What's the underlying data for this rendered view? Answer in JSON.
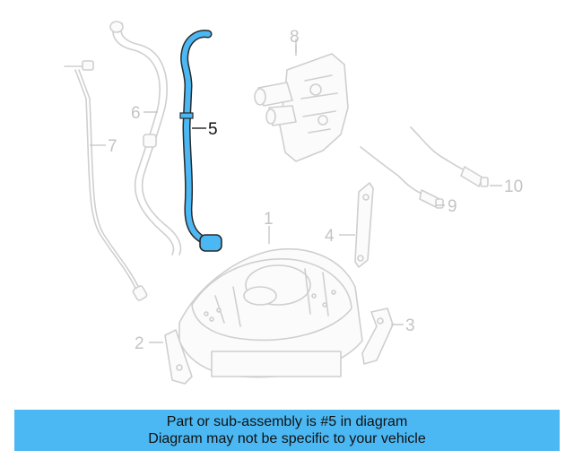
{
  "callouts": {
    "c1": "1",
    "c2": "2",
    "c3": "3",
    "c4": "4",
    "c5": "5",
    "c6": "6",
    "c7": "7",
    "c8": "8",
    "c9": "9",
    "c10": "10"
  },
  "highlight_part": "5",
  "colors": {
    "highlight": "#4cb8f3",
    "ghost": "#cfcfcf",
    "banner": "#4cb8f3"
  },
  "banner": {
    "line1": "Part or sub-assembly is #5 in diagram",
    "line2": "Diagram may not be specific to your vehicle"
  }
}
